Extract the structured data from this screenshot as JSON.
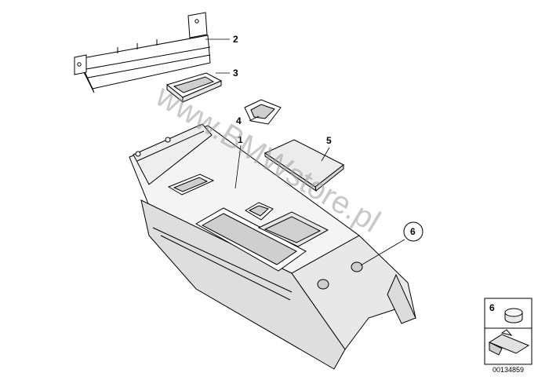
{
  "callouts": {
    "c1": "1",
    "c2": "2",
    "c3": "3",
    "c4": "4",
    "c5": "5",
    "c6": "6"
  },
  "legend": {
    "item_number": "6"
  },
  "watermark": "www.BMWstore.pl",
  "diagram_ref": "00134859",
  "colors": {
    "line": "#000000",
    "shade": "#d8d8d8",
    "watermark": "#9a9a9a"
  }
}
